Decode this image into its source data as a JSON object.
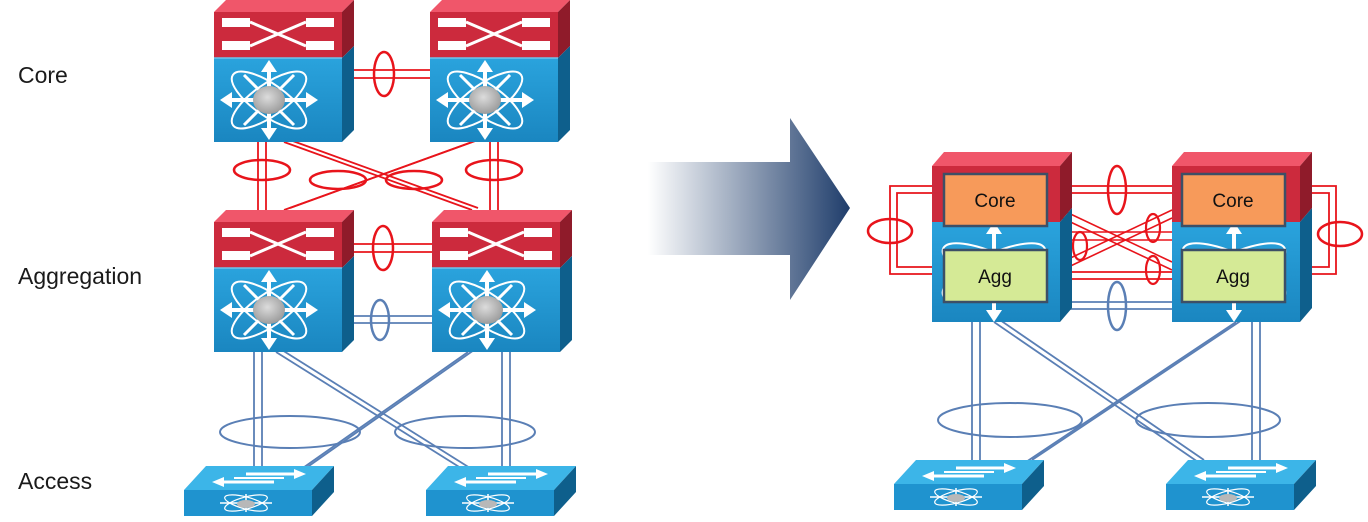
{
  "tiers": {
    "core": "Core",
    "aggregation": "Aggregation",
    "access": "Access"
  },
  "vdc_boxes": {
    "core": "Core",
    "agg": "Agg"
  },
  "colors": {
    "red_link": "#e8141b",
    "blue_link": "#5a7fb5",
    "switch_blue": "#1f93cf",
    "switch_red": "#cc2a3d",
    "core_box": "#f79a5a",
    "agg_box": "#d5ea96",
    "arrow": "#1f3d6b"
  },
  "icons": [
    "chassis-switch-icon",
    "access-switch-icon",
    "transition-arrow-icon"
  ]
}
